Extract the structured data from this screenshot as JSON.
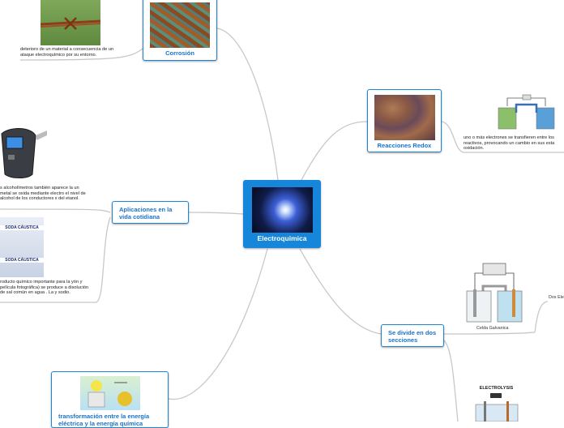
{
  "central": {
    "title": "Electroquimica"
  },
  "corrosion": {
    "label": "Corrosión",
    "note": "deterioro de un material a consecuencia de un ataque electroquímico por su entorno."
  },
  "redox": {
    "label": "Reacciones Redox",
    "note": "uno o más electrones se transfieren entre los reactivos, provocando un cambio en sus esta oxidación."
  },
  "aplicaciones": {
    "label": "Aplicaciones en la vida cotidiana",
    "note1": "s alcoholímetros también aparece la un metal se oxida mediante electro el nivel de alcohol de los conductores x del etanol.",
    "note2": "roducto químico importante para la yón y película fotográfica) se produce a disolución de sal común en agua . La y sodio.",
    "soda_text": [
      "SODA CÁUSTICA",
      "SODA CÁUSTICA"
    ]
  },
  "secciones": {
    "label": "Se divide en dos secciones",
    "galvanic_caption": "Celda Galvanica",
    "right_cut": "Dos Ele",
    "electrolysis_title": "ELECTROLYSIS"
  },
  "transformacion": {
    "label": "transformación entre la energía eléctrica y la energía química"
  }
}
